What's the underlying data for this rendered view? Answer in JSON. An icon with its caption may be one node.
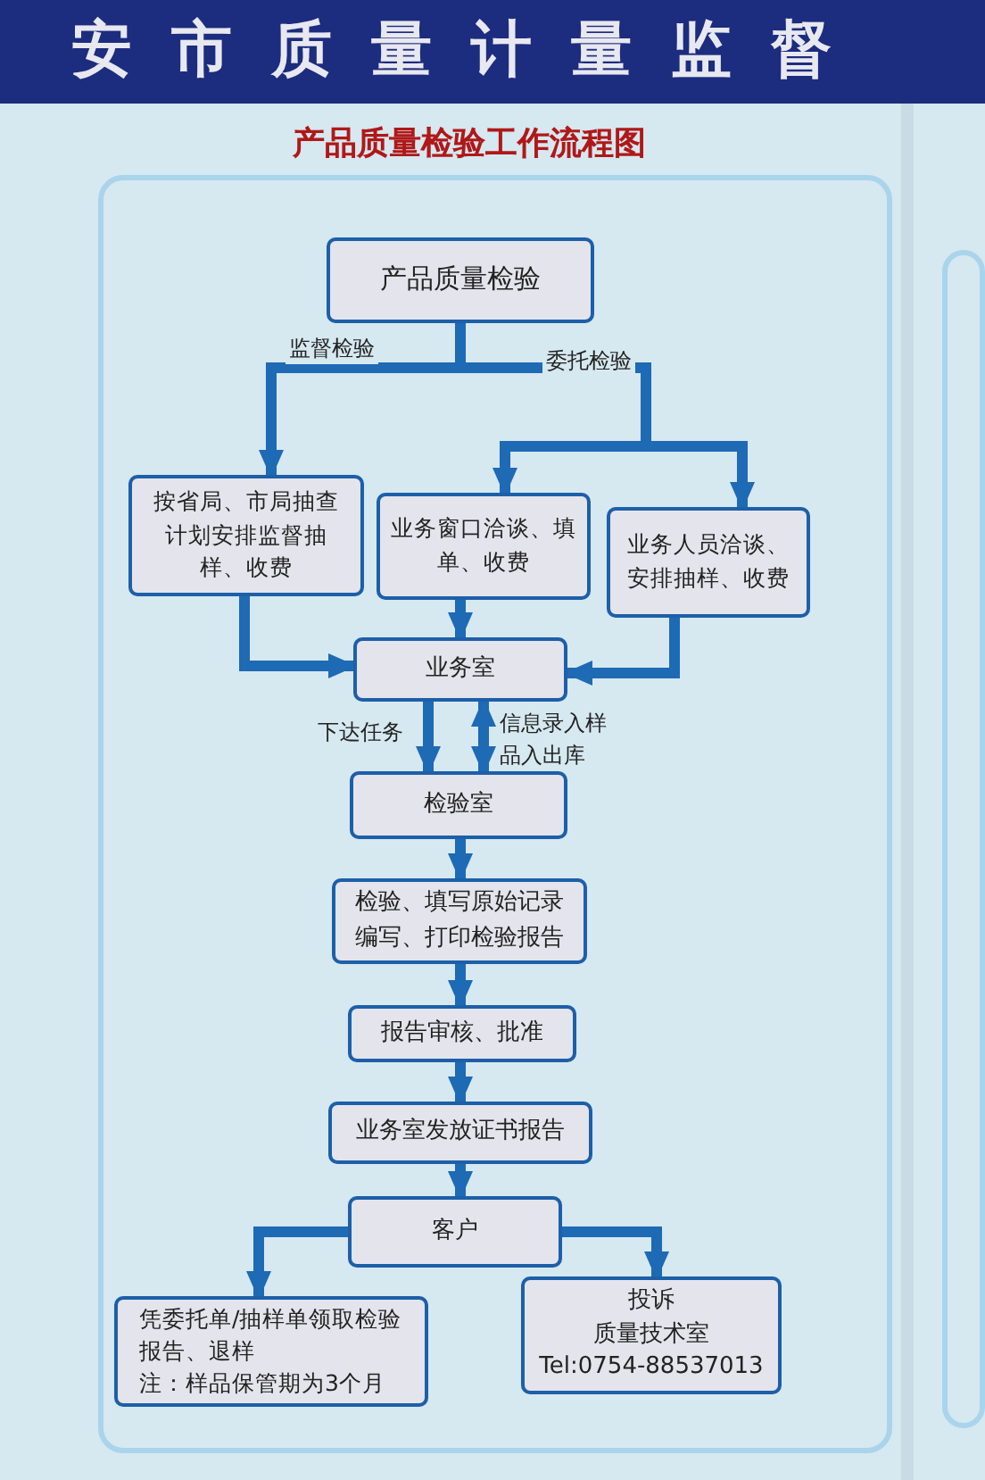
{
  "diagram": {
    "title": "产品质量检验工作流程图",
    "nodes": [
      {
        "text": [
          "产品质量检验"
        ]
      },
      {
        "text": [
          "按省局、市局抽查计划安排监督抽样、收费"
        ]
      },
      {
        "text": [
          "业务窗口洽谈、填单、收费"
        ]
      },
      {
        "text": [
          "业务人员洽谈、安排抽样、收费"
        ]
      },
      {
        "text": [
          "业务室"
        ]
      },
      {
        "text": [
          "检验室"
        ]
      },
      {
        "text": [
          "检验、填写原始记录编写、打印检验报告"
        ]
      },
      {
        "text": [
          "报告审核、批准"
        ]
      },
      {
        "text": [
          "业务室发放证书报告"
        ]
      },
      {
        "text": [
          "客户"
        ]
      },
      {
        "text": [
          "凭委托单/抽样单领取检验报告、退样",
          "注：样品保管期为3个月"
        ]
      },
      {
        "text": [
          "投诉",
          "质量技术室",
          "Tel:0754-88537013"
        ]
      }
    ],
    "edges": [
      {
        "from": 0,
        "to": 1,
        "arrow": "to",
        "label": "监督检验"
      },
      {
        "from": 0,
        "to": 2,
        "arrow": "to",
        "label": "委托检验"
      },
      {
        "from": 0,
        "to": 3,
        "arrow": "to"
      },
      {
        "from": 1,
        "to": 4,
        "arrow": "to"
      },
      {
        "from": 2,
        "to": 4,
        "arrow": "to"
      },
      {
        "from": 3,
        "to": 4,
        "arrow": "to"
      },
      {
        "from": 4,
        "to": 5,
        "arrow": "to",
        "label": "下达任务"
      },
      {
        "from": 4,
        "to": 5,
        "arrow": "both",
        "label": "信息录入样品入出库"
      },
      {
        "from": 5,
        "to": 6,
        "arrow": "to"
      },
      {
        "from": 6,
        "to": 7,
        "arrow": "to"
      },
      {
        "from": 7,
        "to": 8,
        "arrow": "to"
      },
      {
        "from": 8,
        "to": 9,
        "arrow": "to"
      },
      {
        "from": 9,
        "to": 10,
        "arrow": "to"
      },
      {
        "from": 9,
        "to": 11,
        "arrow": "to"
      }
    ],
    "labels": [
      "安市质量计量监督"
    ]
  }
}
